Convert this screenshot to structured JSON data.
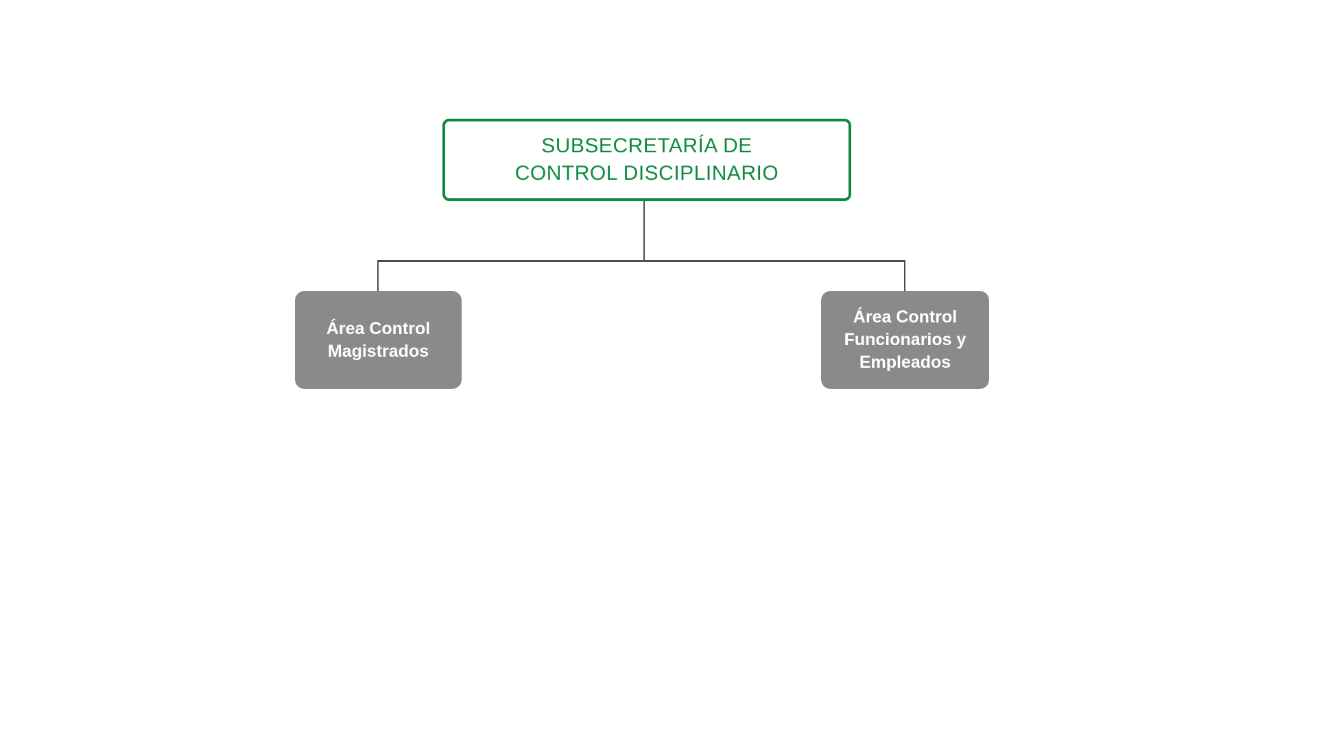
{
  "colors": {
    "accent_green": "#0e8a3e",
    "node_gray": "#8a8a8a",
    "connector_gray": "#4d4d4d",
    "node_text_white": "#ffffff",
    "page_bg": "#ffffff"
  },
  "diagram": {
    "type": "org-chart",
    "root": {
      "lines": [
        "SUBSECRETARÍA DE",
        "CONTROL DISCIPLINARIO"
      ],
      "full_label": "SUBSECRETARÍA DE CONTROL DISCIPLINARIO"
    },
    "children": [
      {
        "lines": [
          "Área Control",
          "Magistrados"
        ],
        "full_label": "Área Control Magistrados"
      },
      {
        "lines": [
          "Área Control",
          "Funcionarios y",
          "Empleados"
        ],
        "full_label": "Área Control Funcionarios y Empleados"
      }
    ]
  }
}
